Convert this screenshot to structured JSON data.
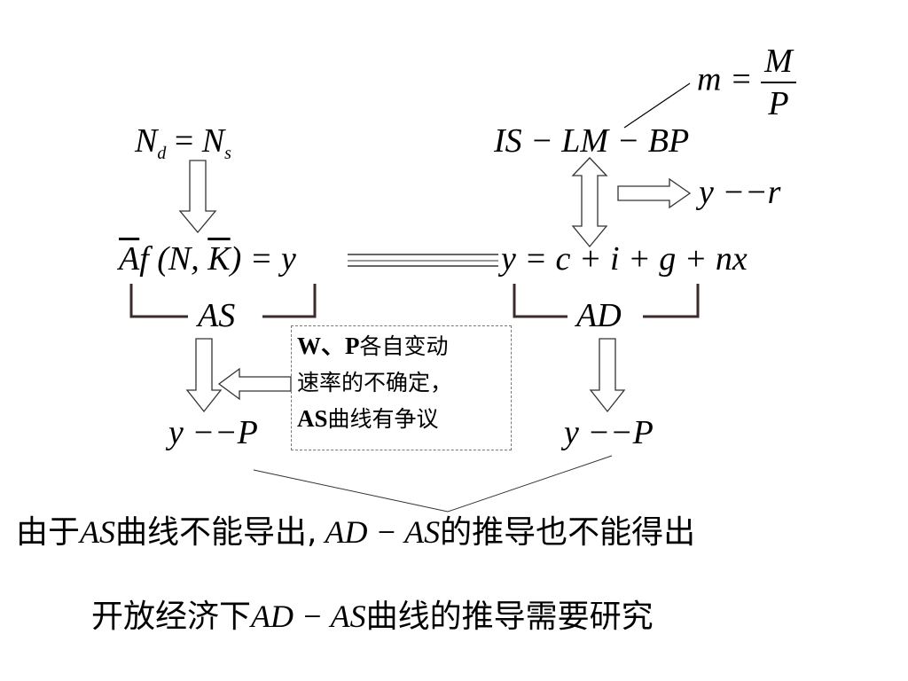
{
  "formulas": {
    "money": {
      "lhs": "m =",
      "num": "M",
      "den": "P"
    },
    "labor": {
      "n": "N",
      "d": "d",
      "eq": " = ",
      "n2": "N",
      "s": "s"
    },
    "islmbp": "IS − LM − BP",
    "yr": "y −−r",
    "prod": {
      "a": "A",
      "f": "f (N, ",
      "k": "K",
      "end": ") = y"
    },
    "expenditure": "y = c + i + g + nx",
    "as_label": "AS",
    "ad_label": "AD",
    "yp_left": "y −−P",
    "yp_right": "y −−P"
  },
  "note": {
    "line1_bold": "W、P",
    "line1_rest": "各自变动",
    "line2": "速率的不确定，",
    "line3_bold": "AS",
    "line3_rest": "曲线有争议"
  },
  "conclusion1": {
    "p1": "由于",
    "m1": "AS",
    "p2": "曲线不能导出,",
    "m2": " AD − AS",
    "p3": "的推导也不能得出"
  },
  "conclusion2": {
    "p1": "开放经济下",
    "m1": "AD − AS",
    "p2": "曲线的推导需要研究"
  }
}
